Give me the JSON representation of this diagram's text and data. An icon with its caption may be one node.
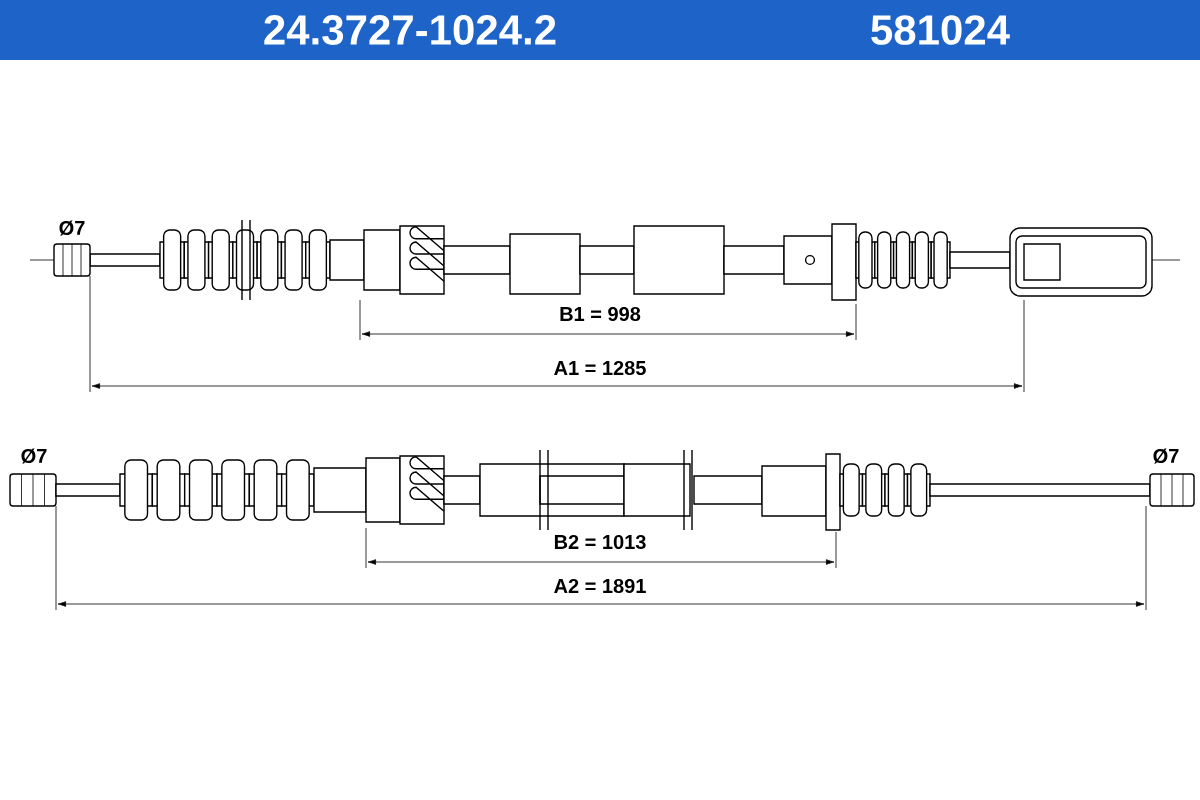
{
  "diagram": {
    "title": "24.3727-1024.2",
    "labels": [
      "581024",
      "Ø7",
      "B1 = 998",
      "A1 = 1285",
      "Ø7",
      "Ø7",
      "B2 = 1013",
      "A2 = 1891"
    ]
  }
}
